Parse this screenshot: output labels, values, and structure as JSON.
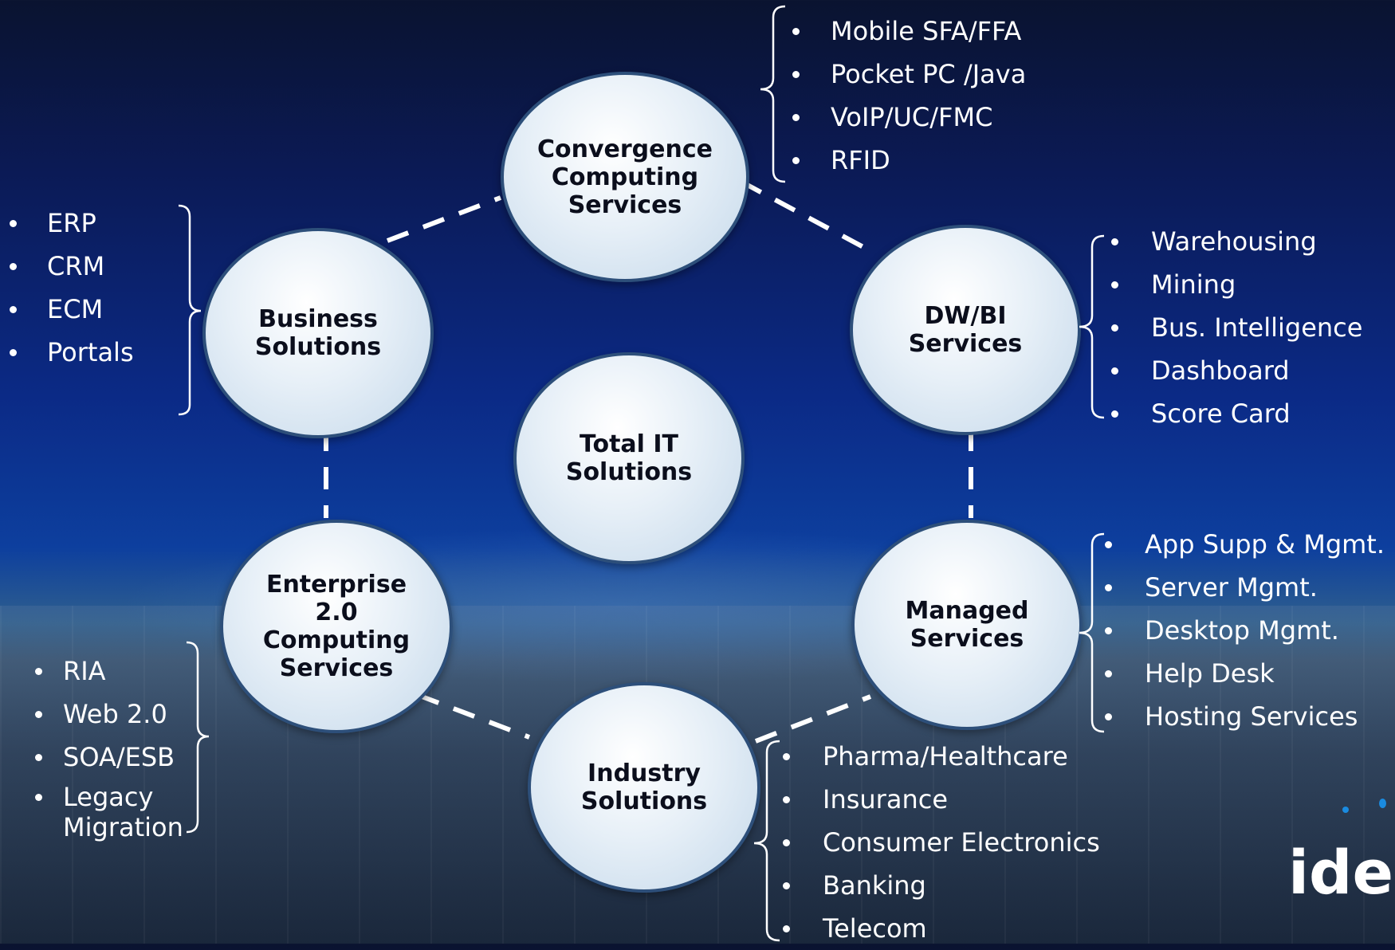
{
  "nodes": {
    "convergence": "Convergence\nComputing\nServices",
    "business": "Business\nSolutions",
    "dwbi": "DW/BI\nServices",
    "total": "Total IT\nSolutions",
    "enterprise": "Enterprise\n2.0\nComputing\nServices",
    "managed": "Managed\nServices",
    "industry": "Industry\nSolutions"
  },
  "lists": {
    "convergence": [
      "Mobile SFA/FFA",
      "Pocket PC /Java",
      "VoIP/UC/FMC",
      "RFID"
    ],
    "business": [
      "ERP",
      "CRM",
      "ECM",
      "Portals"
    ],
    "dwbi": [
      "Warehousing",
      "Mining",
      "Bus. Intelligence",
      "Dashboard",
      "Score Card"
    ],
    "managed": [
      "App Supp & Mgmt.",
      "Server Mgmt.",
      "Desktop Mgmt.",
      "Help Desk",
      "Hosting Services"
    ],
    "enterprise": [
      "RIA",
      "Web 2.0",
      "SOA/ESB",
      "Legacy\nMigration"
    ],
    "industry": [
      "Pharma/Healthcare",
      "Insurance",
      "Consumer Electronics",
      "Banking",
      "Telecom"
    ]
  },
  "logo": {
    "text": "ide"
  },
  "colors": {
    "node_fill": "#e6eff7",
    "node_border": "#2d4f7a",
    "text_on_dark": "#ffffff",
    "logo_accent": "#1a8be0"
  }
}
